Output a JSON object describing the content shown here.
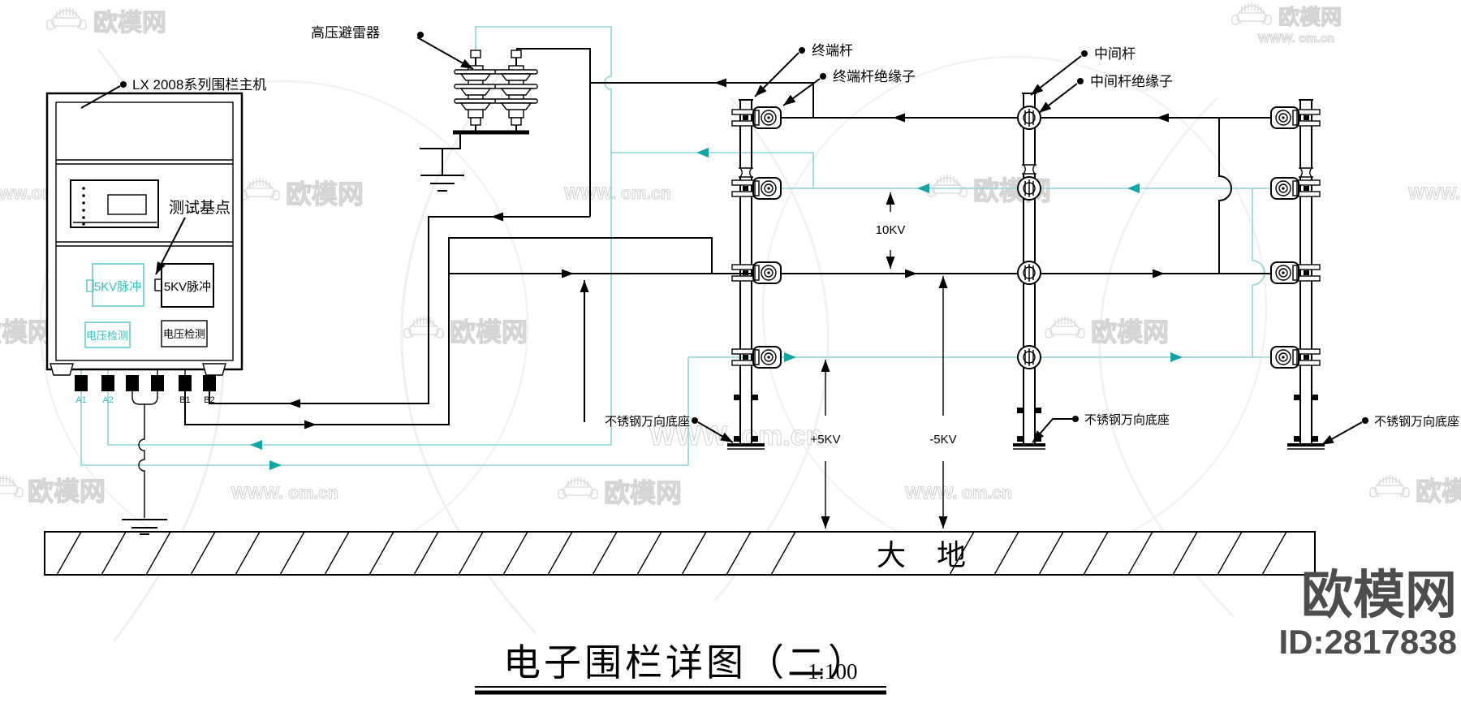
{
  "title": {
    "text": "电子围栏详图（二）",
    "scale": "1:100"
  },
  "labels": {
    "host": "LX 2008系列围栏主机",
    "test_point": "测试基点",
    "arrester": "高压避雷器",
    "terminal_pole": "终端杆",
    "terminal_pole_insulator": "终端杆绝缘子",
    "middle_pole": "中间杆",
    "middle_pole_insulator": "中间杆绝缘子",
    "base": "不锈钢万向底座",
    "ground": "大  地"
  },
  "dimensions": {
    "wire_gap": "10KV",
    "positive": "+5KV",
    "negative": "-5KV"
  },
  "host_unit": {
    "pulse_left": "5KV脉冲",
    "pulse_right": "5KV脉冲",
    "voltage_left": "电压检测",
    "voltage_right": "电压检测",
    "terminals": [
      "A1",
      "A2",
      "B1",
      "B2"
    ]
  },
  "watermark": {
    "site_name": "欧模网",
    "site_url": "www.om.cn",
    "site_url_caps": "WWW. om.cn",
    "logo_name": "欧模网",
    "logo_id": "ID:2817838"
  },
  "colors": {
    "line_black": "#000000",
    "wire_cyan": "#8fd4d4",
    "arrow_teal": "#12a5a5",
    "box_cyan": "#63cccc",
    "logo_gray": "#4d4d4d",
    "watermark_gray": "#d7d7d7"
  }
}
